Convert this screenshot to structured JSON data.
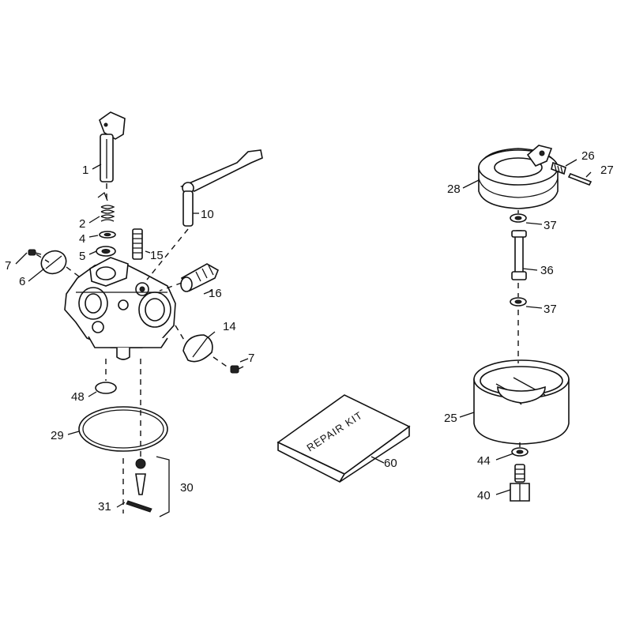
{
  "callouts": {
    "c1": "1",
    "c2": "2",
    "c4": "4",
    "c5": "5",
    "c6": "6",
    "c7a": "7",
    "c7b": "7",
    "c10": "10",
    "c14": "14",
    "c15": "15",
    "c16": "16",
    "c25": "25",
    "c26": "26",
    "c27": "27",
    "c28": "28",
    "c29": "29",
    "c30": "30",
    "c31": "31",
    "c36": "36",
    "c37a": "37",
    "c37b": "37",
    "c40": "40",
    "c44": "44",
    "c48": "48",
    "c60": "60"
  },
  "repair_kit": {
    "label": "REPAIR KIT"
  }
}
